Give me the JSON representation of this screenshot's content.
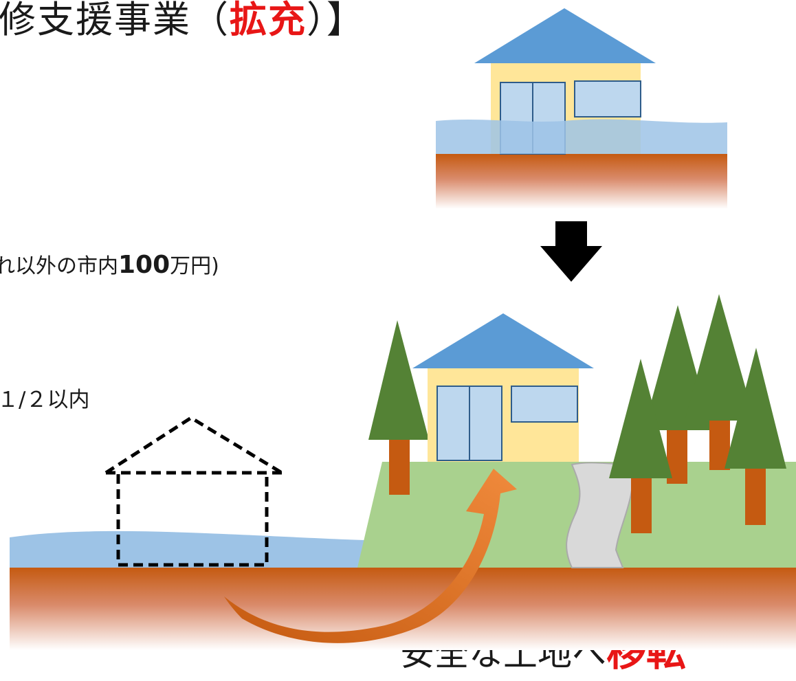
{
  "title": {
    "prefix": "修支援事業（",
    "highlight": "拡充",
    "suffix": "）】"
  },
  "subsidy_line": {
    "prefix": "れ以外の市内",
    "amount": "100",
    "suffix": "万円)"
  },
  "ratio_line": {
    "text": "１/２以内"
  },
  "caption": {
    "prefix": "安全な土地へ",
    "highlight": "移転"
  },
  "icons": [
    "flooded-house-icon",
    "down-arrow-icon",
    "former-house-outline-icon",
    "relocated-house-icon",
    "relocation-arrow-icon",
    "tree-icon",
    "path-icon"
  ],
  "colors": {
    "roof": "#5b9bd5",
    "wall": "#ffe699",
    "window": "#bdd7ee",
    "water": "#9dc3e6",
    "ground": "#c55a11",
    "hill": "#a9d18e",
    "tree": "#548235",
    "trunk": "#c55a11",
    "arrow": "#ed7d31",
    "highlight": "#e81616"
  }
}
